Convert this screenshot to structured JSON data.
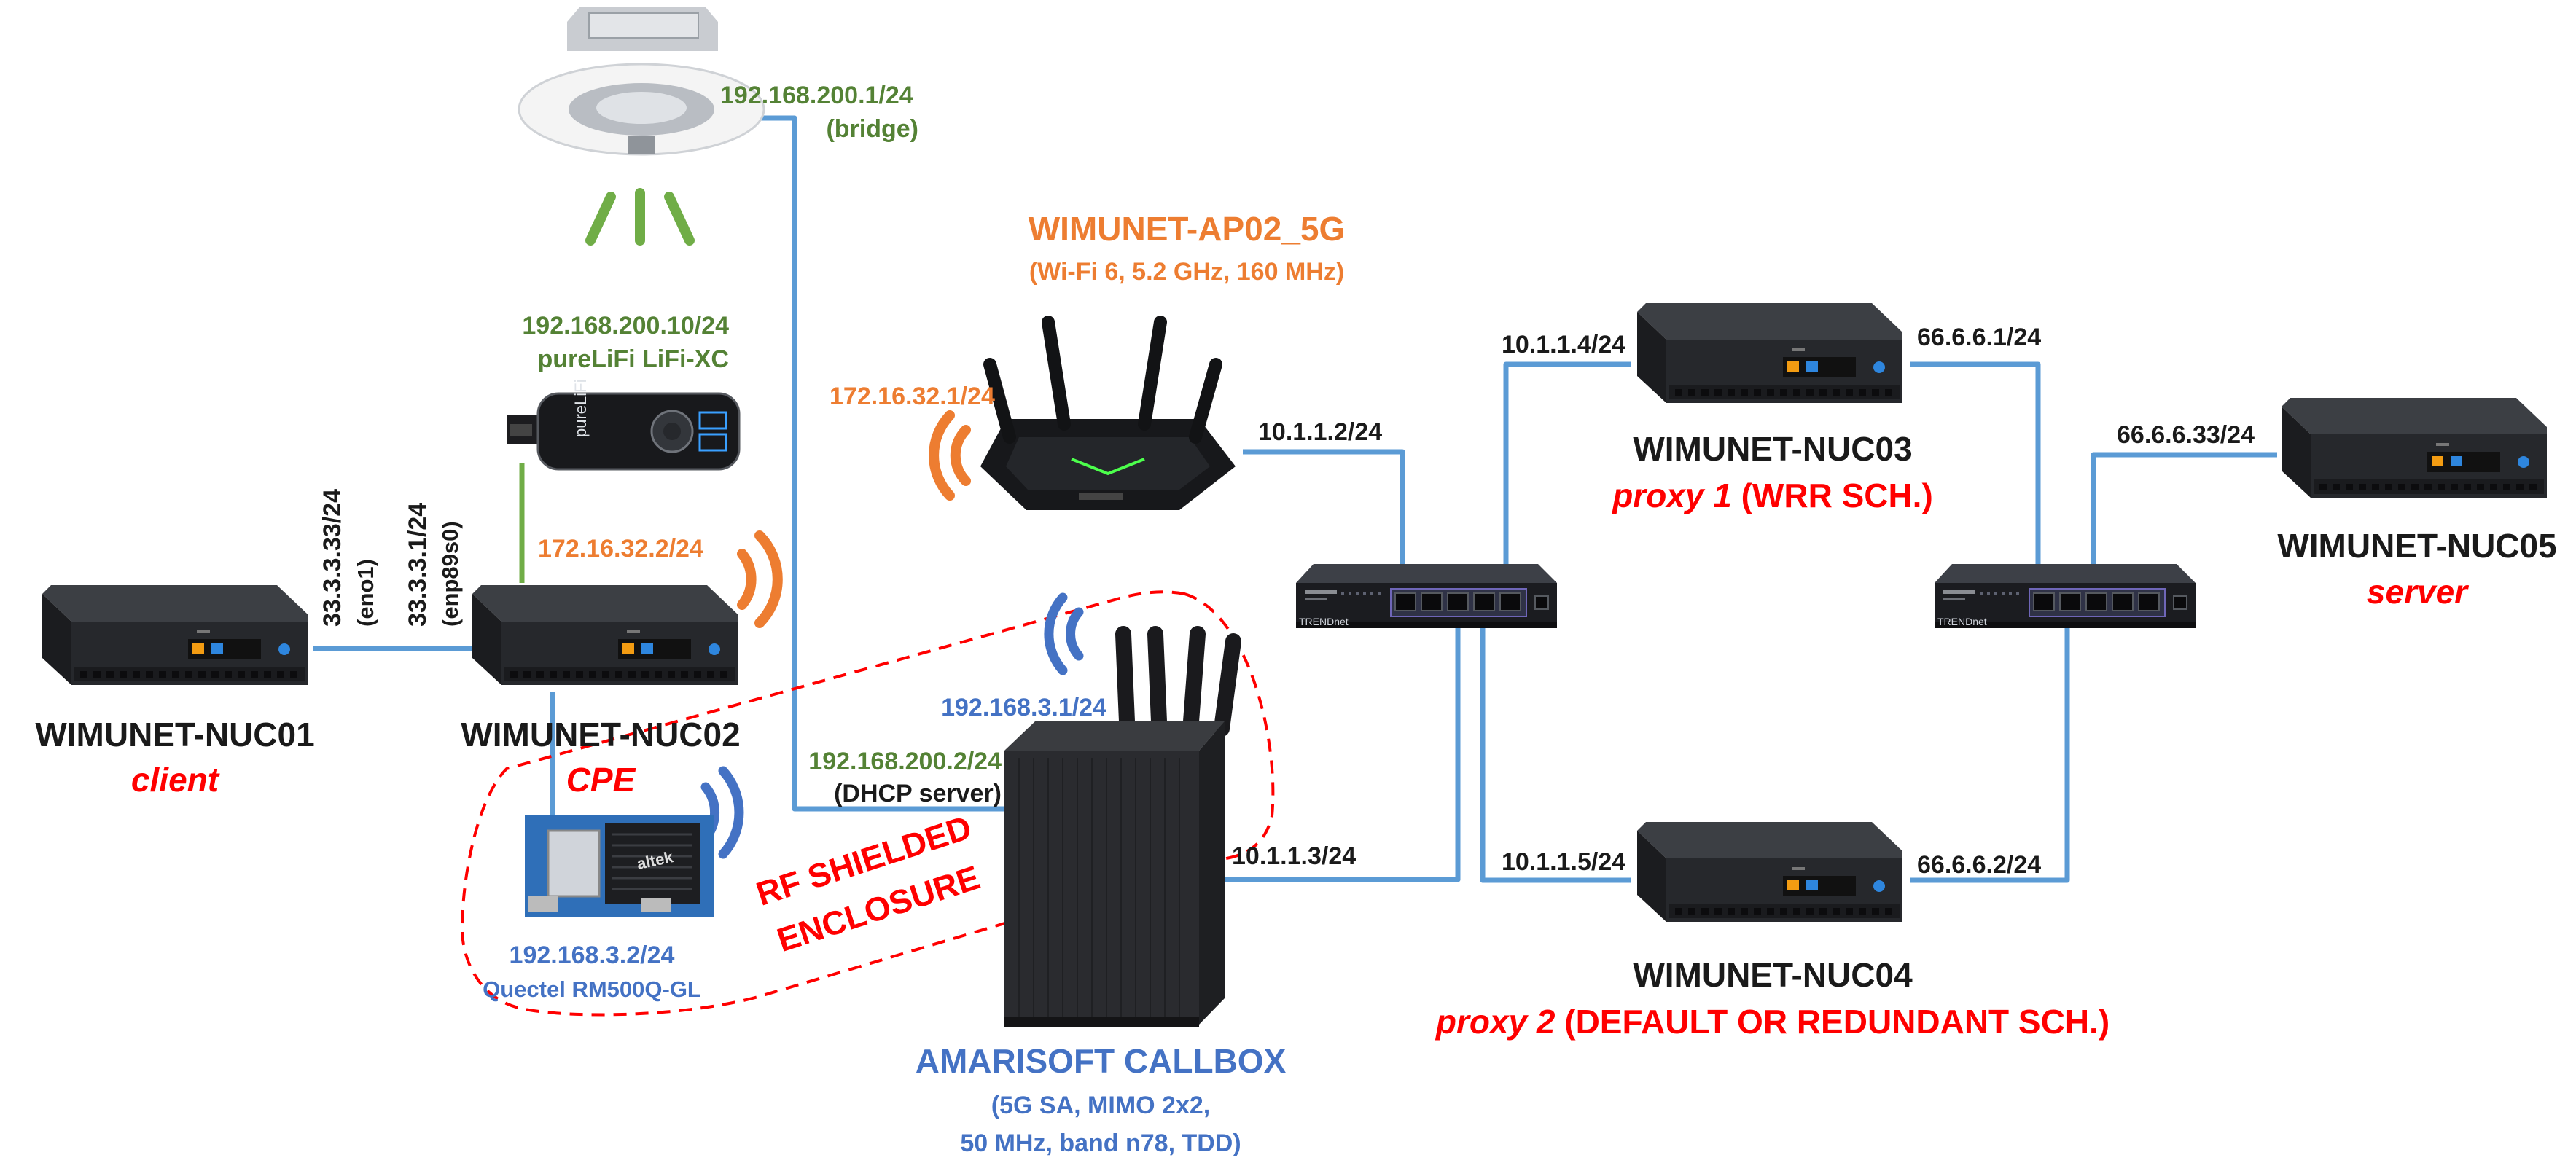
{
  "colors": {
    "ethernet": "#5b9bd5",
    "lifi": "#70ad47",
    "wifi": "#ed7d31",
    "fiveg": "#4472c4",
    "enclosure": "#ff0000",
    "ip_default": "#1a1a1a",
    "ip_lifi": "#548235",
    "ip_wifi": "#ed7d31",
    "ip_fiveg": "#4472c4",
    "role": "#ff0000",
    "device_body": "#2b2d31"
  },
  "devices": {
    "nuc01": {
      "name": "WIMUNET-NUC01",
      "role": "client"
    },
    "nuc02": {
      "name": "WIMUNET-NUC02",
      "role": "CPE"
    },
    "nuc03": {
      "name": "WIMUNET-NUC03",
      "role_italic": "proxy 1",
      "role_rest": " (WRR SCH.)"
    },
    "nuc04": {
      "name": "WIMUNET-NUC04",
      "role_italic": "proxy 2",
      "role_rest": " (DEFAULT OR REDUNDANT SCH.)"
    },
    "nuc05": {
      "name": "WIMUNET-NUC05",
      "role": "server"
    },
    "ap": {
      "name": "WIMUNET-AP02_5G",
      "spec": "(Wi-Fi 6, 5.2 GHz, 160 MHz)"
    },
    "callbox": {
      "name": "AMARISOFT CALLBOX",
      "spec1": "(5G SA, MIMO 2x2,",
      "spec2": "50 MHz, band n78, TDD)"
    },
    "lifi_dongle": {
      "ip": "192.168.200.10/24",
      "name": "pureLiFi LiFi-XC",
      "brand": "pureLiFi"
    },
    "modem": {
      "ip": "192.168.3.2/24",
      "name": "Quectel RM500Q-GL"
    },
    "switch_brand": "TRENDnet",
    "modem_brand": "altek"
  },
  "enclosure": {
    "line1": "RF SHIELDED",
    "line2": "ENCLOSURE"
  },
  "links": {
    "nuc01_ip": "33.3.3.33/24",
    "nuc01_if": "(eno1)",
    "nuc02_ip": "33.3.3.1/24",
    "nuc02_if": "(enp89s0)",
    "lifi_ap_ip": "192.168.200.1/24",
    "lifi_ap_note": "(bridge)",
    "nuc02_wifi_ip": "172.16.32.2/24",
    "ap_wifi_ip": "172.16.32.1/24",
    "ap_eth_ip": "10.1.1.2/24",
    "callbox_ip": "192.168.200.2/24",
    "callbox_note": "(DHCP server)",
    "callbox_5g_ip": "192.168.3.1/24",
    "callbox_eth_ip": "10.1.1.3/24",
    "nuc03_left_ip": "10.1.1.4/24",
    "nuc03_right_ip": "66.6.6.1/24",
    "nuc04_left_ip": "10.1.1.5/24",
    "nuc04_right_ip": "66.6.6.2/24",
    "nuc05_ip": "66.6.6.33/24"
  }
}
